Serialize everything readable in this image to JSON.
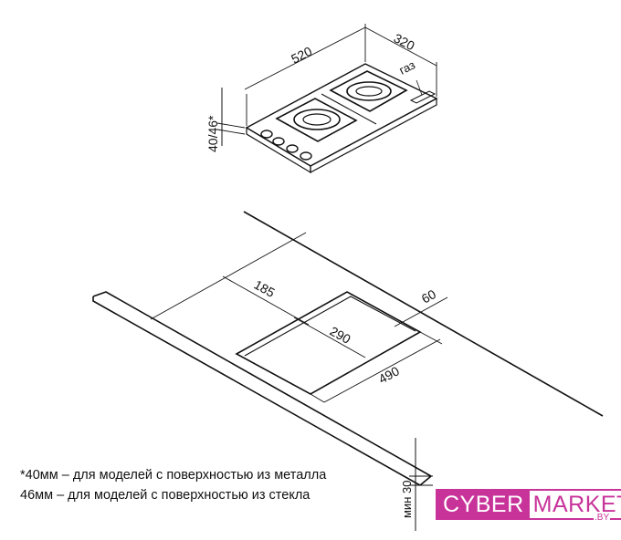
{
  "hob": {
    "dim_width": "520",
    "dim_depth": "320",
    "dim_height": "40/46*",
    "gas_label": "газ"
  },
  "cutout": {
    "dim_offset_side": "185",
    "dim_offset_back": "60",
    "dim_cut_width": "290",
    "dim_cut_length": "490",
    "dim_min_thickness": "мин 30"
  },
  "notes": {
    "line1": "*40мм – для моделей с поверхностью из металла",
    "line2": "46мм – для моделей с поверхностью из стекла"
  },
  "logo": {
    "part1": "CYBER",
    "part2": "MARKET",
    "suffix": ".BY"
  },
  "colors": {
    "line": "#111111",
    "brand": "#c8339a"
  }
}
